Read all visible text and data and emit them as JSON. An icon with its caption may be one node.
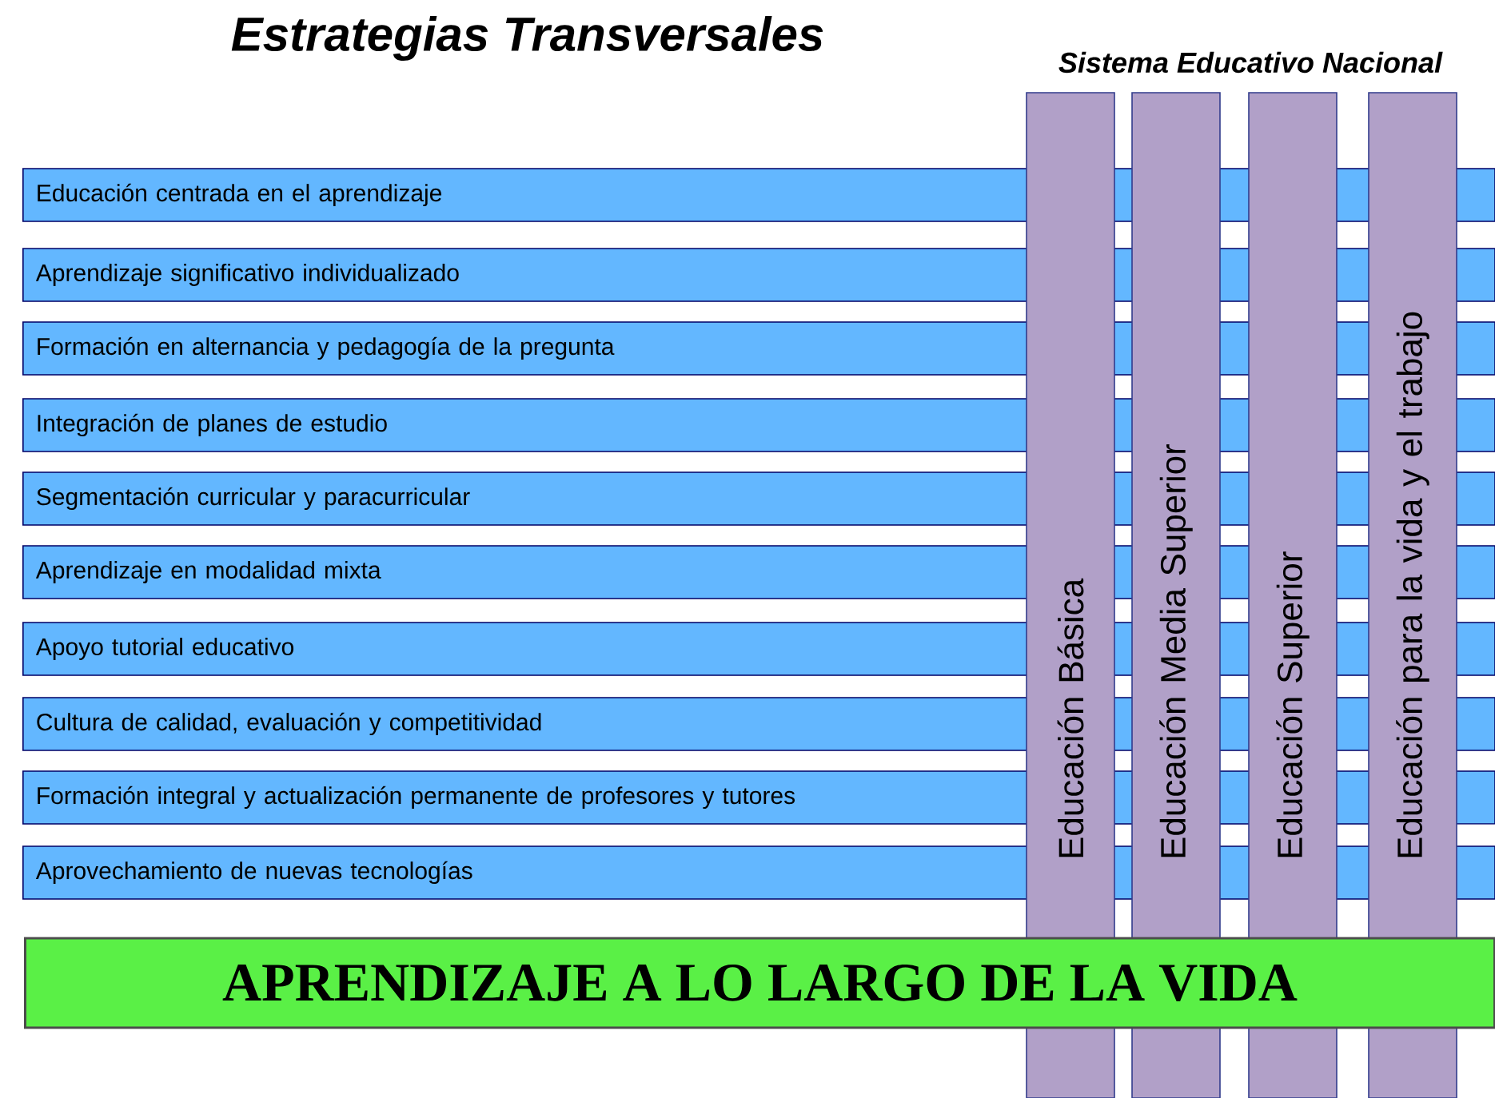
{
  "diagram": {
    "title": "Estrategias Transversales",
    "nodes": [
      {
        "text": [
          "Educación centrada en el aprendizaje"
        ]
      },
      {
        "text": [
          "Aprendizaje significativo individualizado"
        ]
      },
      {
        "text": [
          "Formación en alternancia y pedagogía de la pregunta"
        ]
      },
      {
        "text": [
          "Integración de planes de estudio"
        ]
      },
      {
        "text": [
          "Segmentación curricular y paracurricular"
        ]
      },
      {
        "text": [
          "Aprendizaje en modalidad mixta"
        ]
      },
      {
        "text": [
          "Apoyo tutorial educativo"
        ]
      },
      {
        "text": [
          "Cultura de calidad, evaluación y competitividad"
        ]
      },
      {
        "text": [
          "Formación integral y actualización permanente de profesores y tutores"
        ]
      },
      {
        "text": [
          "Aprovechamiento de nuevas tecnologías"
        ]
      },
      {
        "text": [
          "Educación Básica"
        ]
      },
      {
        "text": [
          "Educación Media Superior"
        ]
      },
      {
        "text": [
          "Educación Superior"
        ]
      },
      {
        "text": [
          "Educación para la vida y el trabajo"
        ]
      },
      {
        "text": [
          "APRENDIZAJE A LO LARGO DE LA VIDA"
        ]
      }
    ],
    "labels": [
      "Sistema Educativo Nacional"
    ]
  }
}
